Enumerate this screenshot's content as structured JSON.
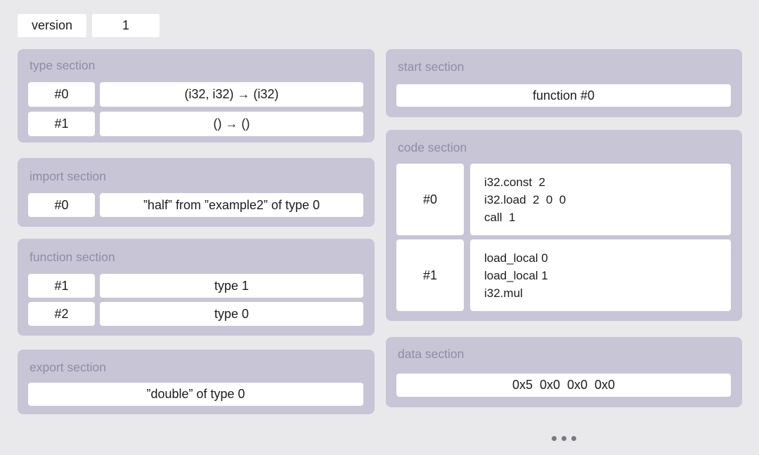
{
  "colors": {
    "page_bg": "#e9e8eb",
    "section_bg": "#c7c5d6",
    "section_label": "#8f8ca7",
    "cell_bg": "#ffffff",
    "text": "#1c1c1e",
    "dots": "#7a7881"
  },
  "version": {
    "label": "version",
    "value": "1"
  },
  "sections": {
    "type": {
      "title": "type section",
      "rows": [
        {
          "index": "#0",
          "value": "(i32, i32) → (i32)"
        },
        {
          "index": "#1",
          "value": "() → ()"
        }
      ]
    },
    "import": {
      "title": "import section",
      "rows": [
        {
          "index": "#0",
          "value": "”half” from ”example2” of type 0"
        }
      ]
    },
    "function": {
      "title": "function section",
      "rows": [
        {
          "index": "#1",
          "value": "type 1"
        },
        {
          "index": "#2",
          "value": "type 0"
        }
      ]
    },
    "export": {
      "title": "export section",
      "value": "”double” of type 0"
    },
    "start": {
      "title": "start section",
      "value": "function #0"
    },
    "code": {
      "title": "code section",
      "bodies": [
        {
          "index": "#0",
          "lines": [
            "i32.const  2",
            "i32.load  2  0  0",
            "call  1"
          ]
        },
        {
          "index": "#1",
          "lines": [
            "load_local 0",
            "load_local 1",
            "i32.mul"
          ]
        }
      ]
    },
    "data": {
      "title": "data section",
      "value": "0x5  0x0  0x0  0x0"
    }
  },
  "icons": {
    "ellipsis": "ellipsis-dots"
  }
}
